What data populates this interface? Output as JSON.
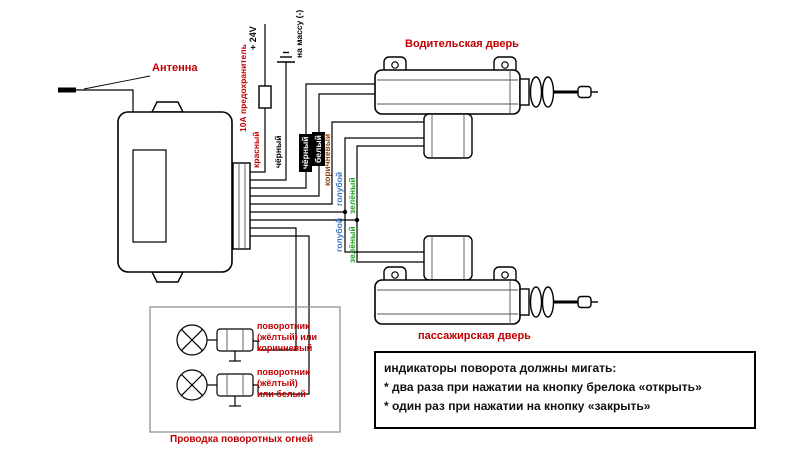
{
  "colors": {
    "label_red": "#c00000",
    "wire_blue_label": "#3a75c4",
    "wire_green_label": "#1f9e1f",
    "wire_brown_label": "#8b4513",
    "boxed_label_bg": "#000000",
    "boxed_label_text": "#ffffff"
  },
  "unit": {
    "antenna_label": "Антенна"
  },
  "power": {
    "fuse_label": "10А предохранитель",
    "plus_label": "+ 24V",
    "ground_label": "на массу (-)"
  },
  "wire_labels": {
    "red": "красный",
    "black": "чёрный",
    "black_boxed": "чёрный",
    "white_boxed": "белый",
    "brown": "коричневый",
    "blue_upper": "голубой",
    "green_upper": "зелёный",
    "blue_lower": "голубой",
    "green_lower": "зелёный"
  },
  "doors": {
    "driver": "Водительская дверь",
    "passenger": "пассажирская дверь"
  },
  "turn_signals": {
    "lamp1": "поворотник\n(жёлтый) или\nкоричневый",
    "lamp2": "поворотник\n(жёлтый)\nили белый",
    "caption": "Проводка поворотных огней"
  },
  "note": {
    "title": "индикаторы поворота должны мигать:",
    "item1": "* два раза при нажатии на кнопку брелока «открыть»",
    "item2": "* один раз при нажатии на кнопку «закрыть»"
  }
}
